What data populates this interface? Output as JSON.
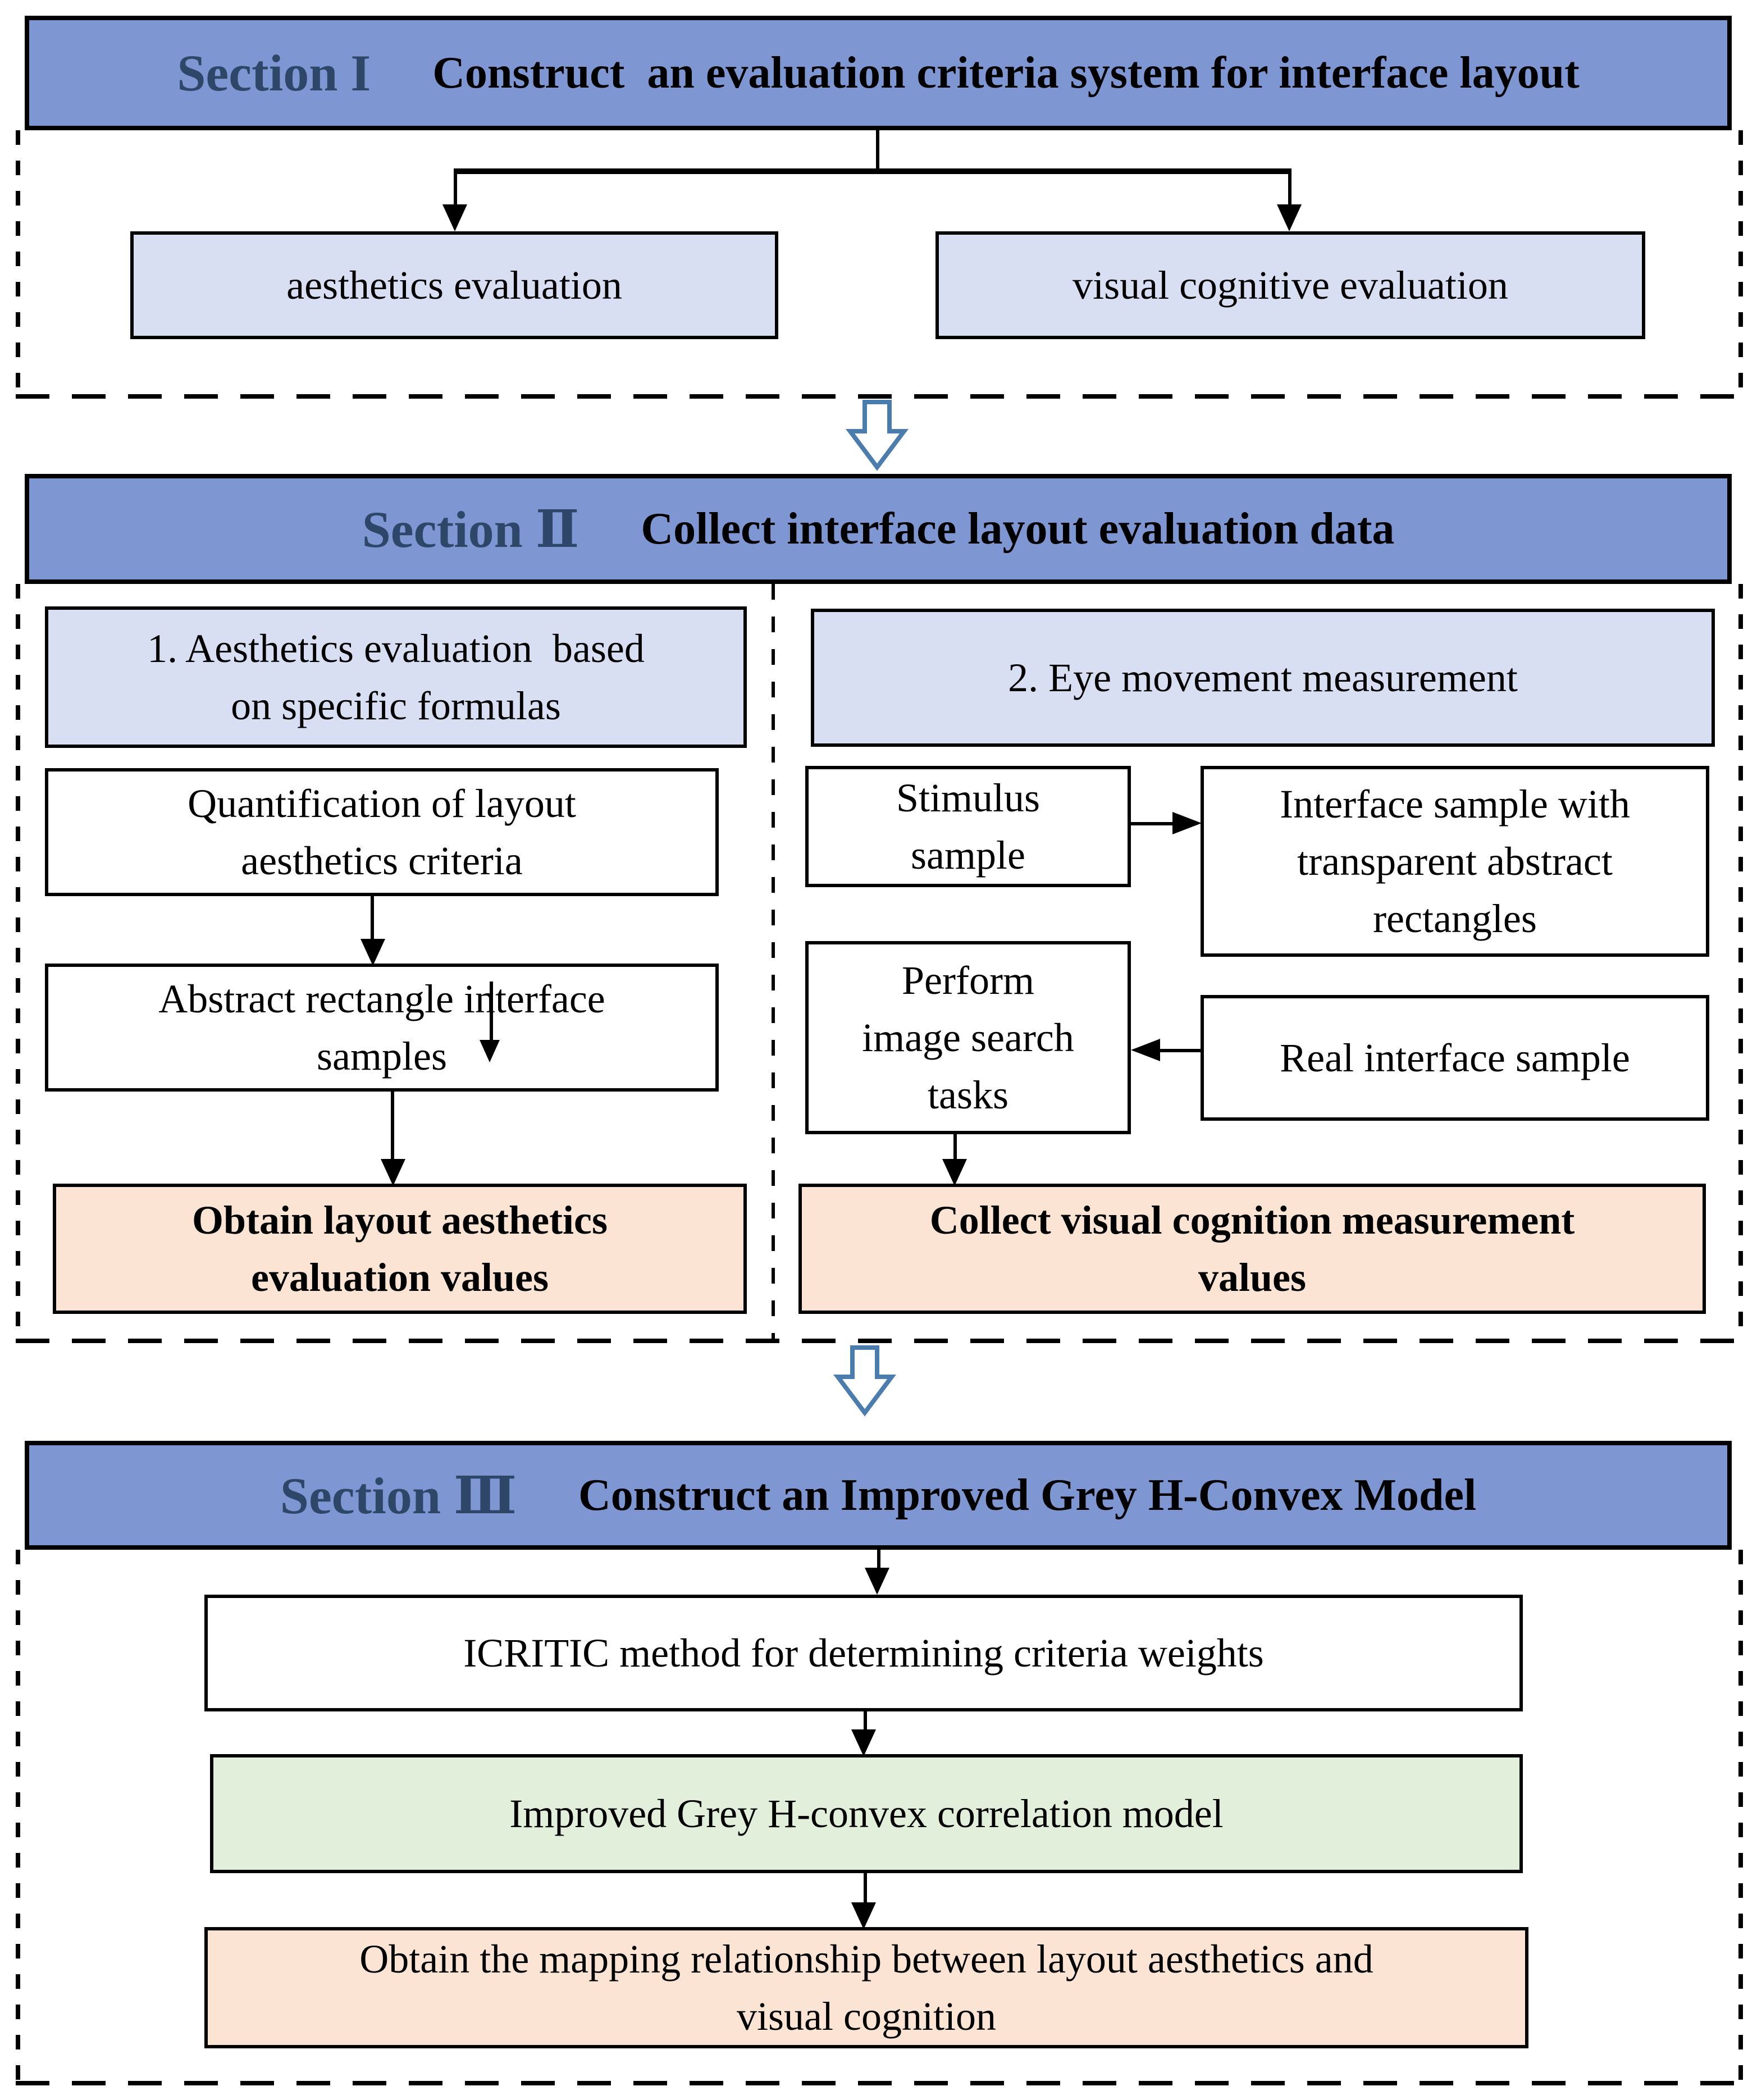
{
  "colors": {
    "header_bg": "#7E96D2",
    "label_navy": "#2E4769",
    "lavender": "#D9DFF2",
    "peach": "#FBE4D3",
    "green": "#E2EFDA",
    "arrow_stroke": "#4A7CAD",
    "line_black": "#000000"
  },
  "sections": [
    {
      "label": "Section I",
      "title": "Construct  an evaluation criteria system for interface layout",
      "boxes": {
        "aesthetics": "aesthetics evaluation",
        "visual": "visual cognitive evaluation"
      }
    },
    {
      "label": "Section Ⅱ",
      "title": "Collect interface layout evaluation data",
      "left": {
        "b1": "1. Aesthetics evaluation  based\non specific formulas",
        "b2": "Quantification of layout\naesthetics criteria",
        "b3": "Abstract rectangle interface\nsamples",
        "b4": "Obtain layout aesthetics\nevaluation values"
      },
      "right": {
        "b1": "2. Eye movement measurement",
        "b2": "Stimulus\nsample",
        "b3": "Interface sample with\ntransparent abstract\nrectangles",
        "b4": "Perform\nimage search\ntasks",
        "b5": "Real interface sample",
        "b6": "Collect visual cognition measurement\nvalues"
      }
    },
    {
      "label": "Section Ⅲ",
      "title": "Construct an Improved Grey H-Convex Model",
      "steps": {
        "s1": "ICRITIC method for determining criteria weights",
        "s2": "Improved Grey H-convex correlation model",
        "s3": "Obtain the mapping relationship between layout aesthetics and\nvisual cognition"
      }
    }
  ]
}
